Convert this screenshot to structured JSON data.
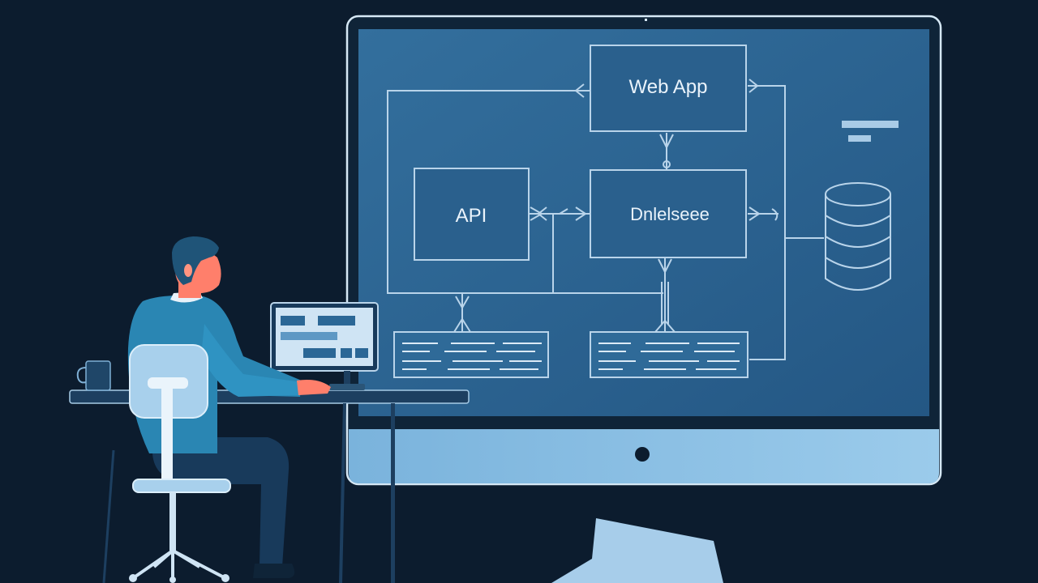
{
  "diagram": {
    "nodes": {
      "web_app": "Web App",
      "api": "API",
      "database": "Dnlelseee"
    }
  },
  "colors": {
    "background": "#0c1c2e",
    "screen": "#2d6593",
    "line": "#b9d4ea",
    "monitor_frame": "#0f2438",
    "monitor_chin": "#8cc0e6",
    "person_shirt": "#2a86b3",
    "skin": "#ff7f6b"
  }
}
